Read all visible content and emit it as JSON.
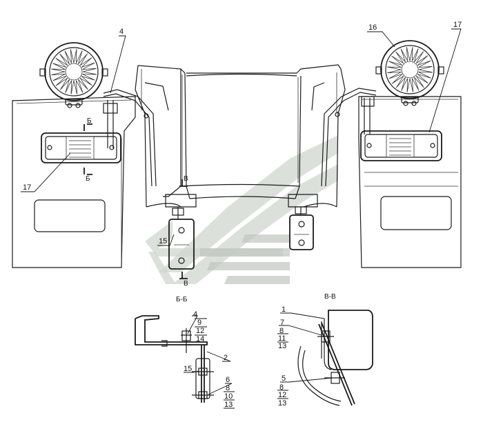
{
  "sections": {
    "left": "Б-Б",
    "right": "В-В"
  },
  "section_marks": {
    "b_top": "Б",
    "b_bottom": "Б",
    "v_left": "В",
    "v_bottom": "В"
  },
  "callouts": {
    "c4_top": "4",
    "c16": "16",
    "c17_right": "17",
    "c17_left": "17",
    "c15": "15",
    "bb_4": "4",
    "bb_9": "9",
    "bb_12": "12",
    "bb_14": "14",
    "bb_2": "2",
    "bb_15": "15",
    "bb_6": "6",
    "bb_8": "8",
    "bb_10": "10",
    "bb_13": "13",
    "vv_1": "1",
    "vv_7": "7",
    "vv_8": "8",
    "vv_11": "11",
    "vv_13": "13",
    "vv_5": "5",
    "vv_8b": "8",
    "vv_12": "12",
    "vv_13b": "13"
  }
}
